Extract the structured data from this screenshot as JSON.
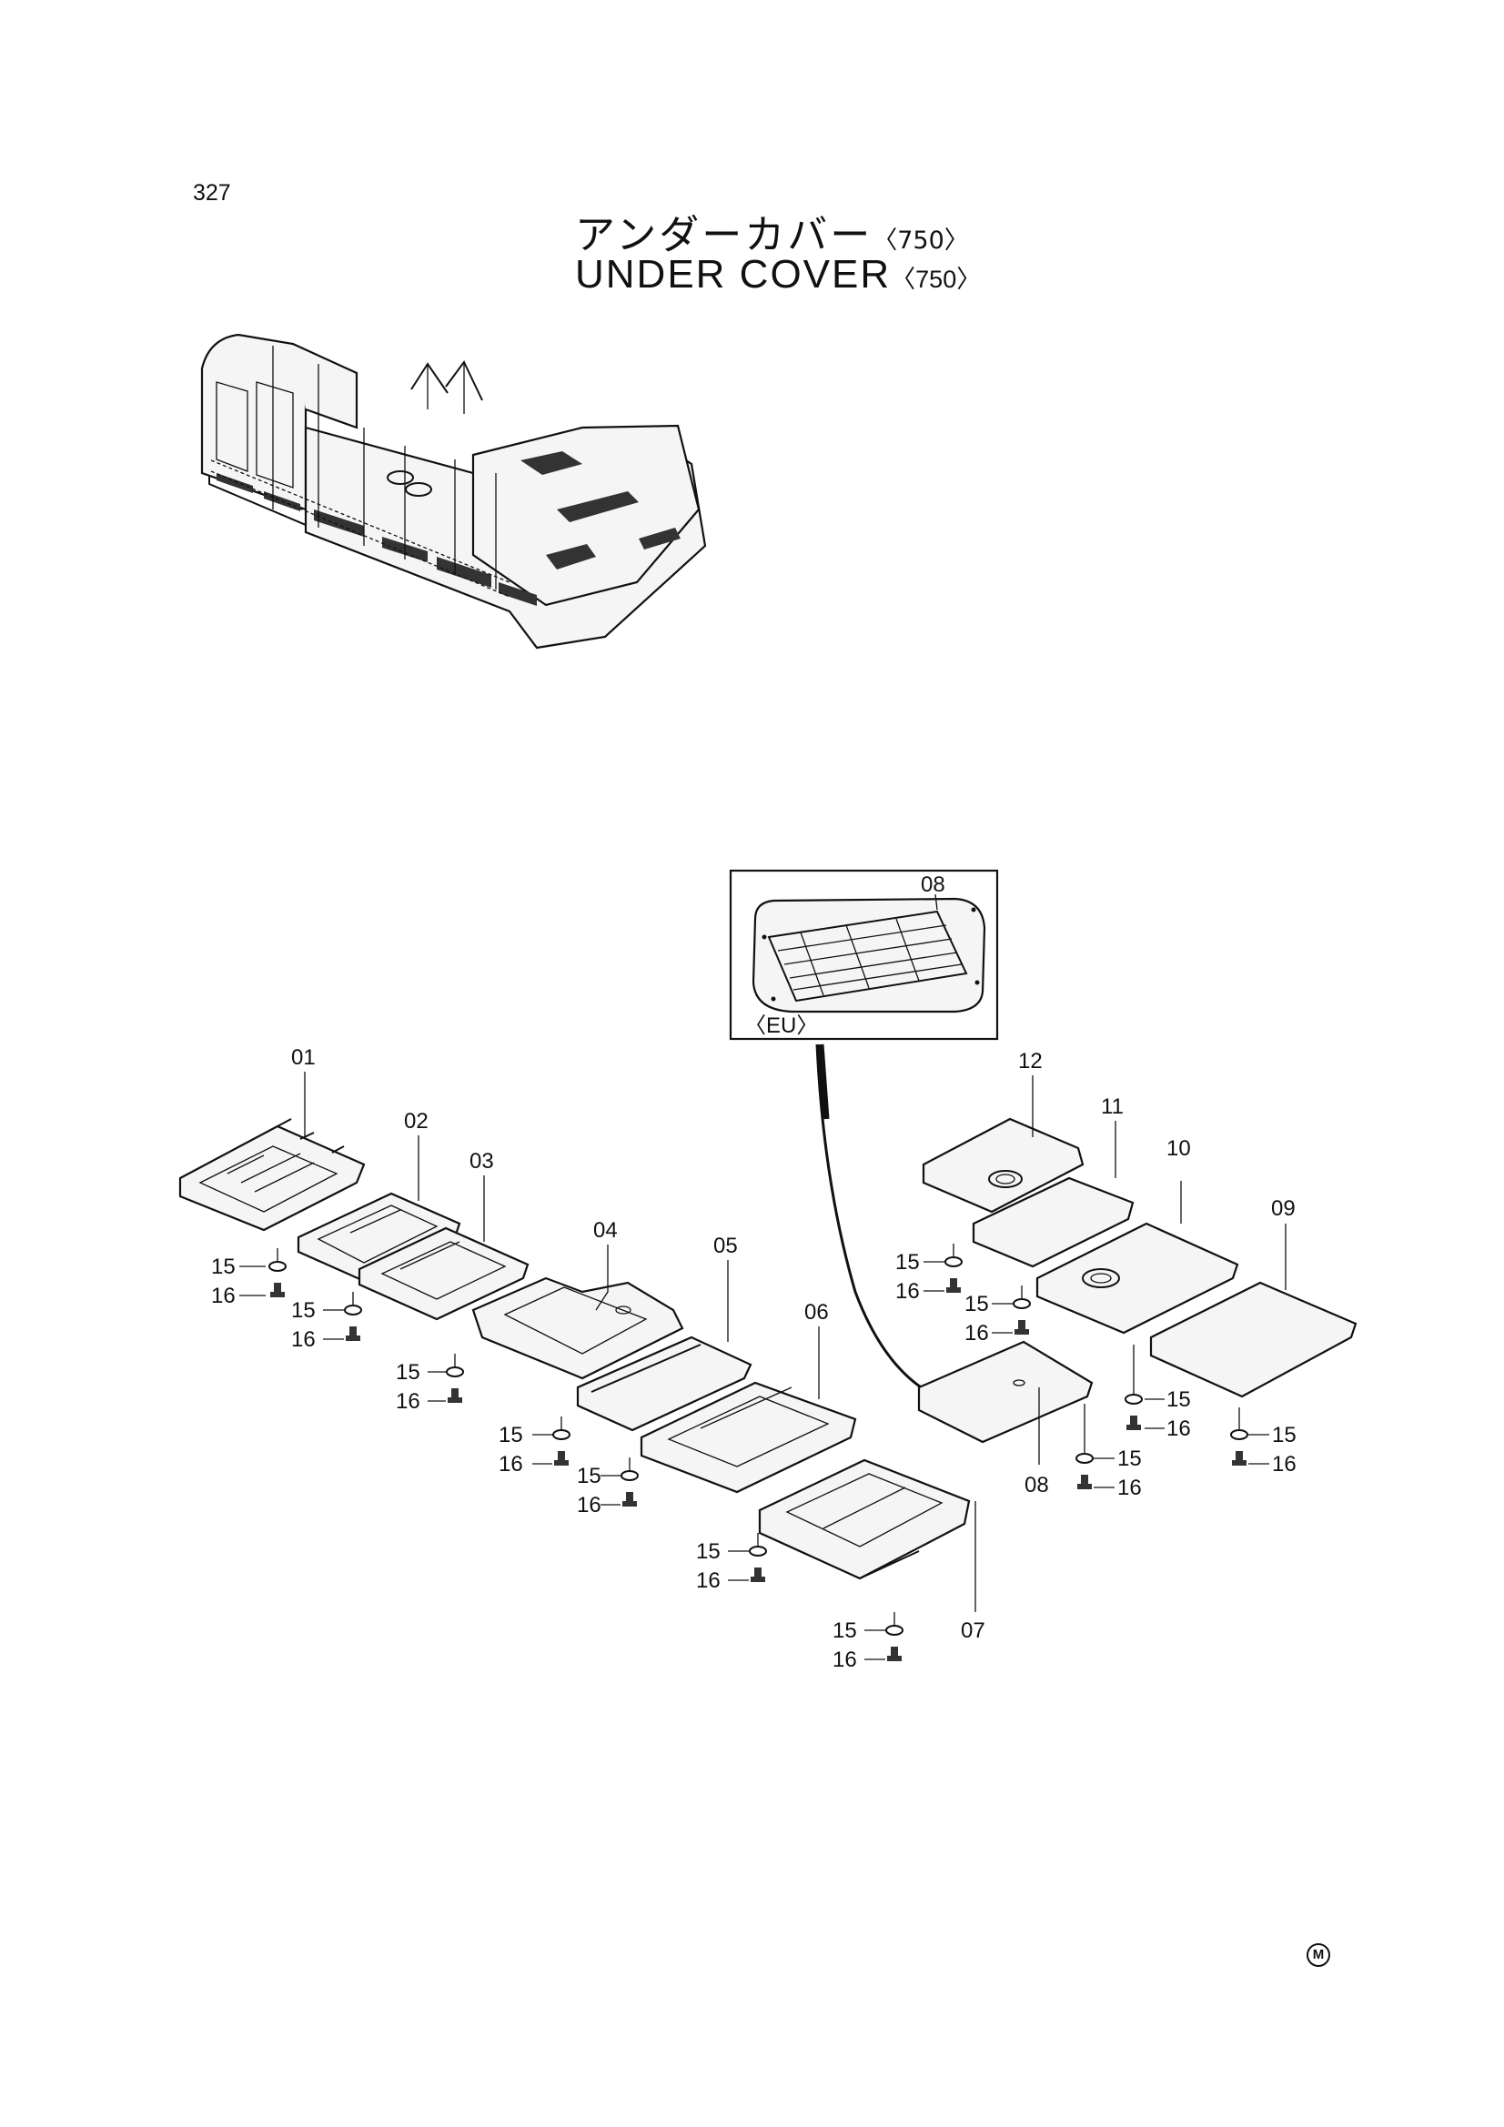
{
  "page_number": "327",
  "title_jp": "アンダーカバー",
  "title_en": "UNDER COVER",
  "model_tag": "〈750〉",
  "inset": {
    "part": "08",
    "label": "〈EU〉"
  },
  "parts": {
    "p01": "01",
    "p02": "02",
    "p03": "03",
    "p04": "04",
    "p05": "05",
    "p06": "06",
    "p07": "07",
    "p08": "08",
    "p09": "09",
    "p10": "10",
    "p11": "11",
    "p12": "12"
  },
  "washer": "15",
  "bolt": "16",
  "footer_mark": "M"
}
